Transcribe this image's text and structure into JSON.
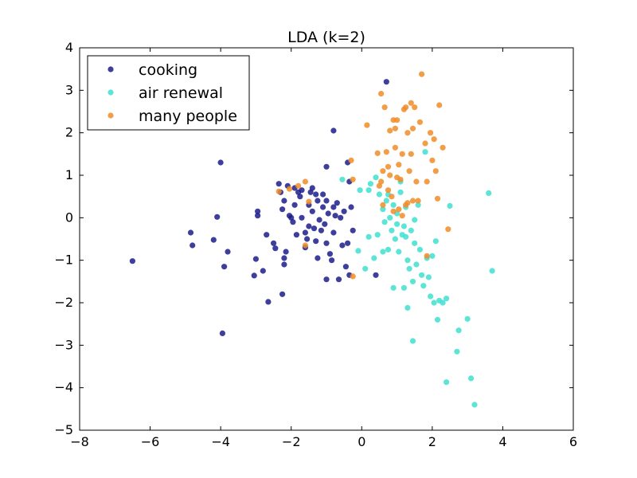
{
  "chart_data": {
    "type": "scatter",
    "title": "LDA (k=2)",
    "xlabel": "",
    "ylabel": "",
    "xlim": [
      -8,
      6
    ],
    "ylim": [
      -5,
      4
    ],
    "xticks": [
      -8,
      -6,
      -4,
      -2,
      0,
      2,
      4,
      6
    ],
    "yticks": [
      -5,
      -4,
      -3,
      -2,
      -1,
      0,
      1,
      2,
      3,
      4
    ],
    "xtick_labels": [
      "−8",
      "−6",
      "−4",
      "−2",
      "0",
      "2",
      "4",
      "6"
    ],
    "ytick_labels": [
      "−5",
      "−4",
      "−3",
      "−2",
      "−1",
      "0",
      "1",
      "2",
      "3",
      "4"
    ],
    "grid": false,
    "legend_position": "top-left",
    "series": [
      {
        "name": "cooking",
        "color": "#1c1c8c",
        "points": [
          [
            -6.5,
            -1.02
          ],
          [
            -4.85,
            -0.35
          ],
          [
            -4.8,
            -0.65
          ],
          [
            -4.2,
            -0.52
          ],
          [
            -4.1,
            0.02
          ],
          [
            -4.0,
            1.3
          ],
          [
            -3.9,
            -1.15
          ],
          [
            -3.8,
            -0.8
          ],
          [
            -3.95,
            -2.72
          ],
          [
            -3.05,
            -1.36
          ],
          [
            -3.0,
            -0.97
          ],
          [
            -2.95,
            0.15
          ],
          [
            -2.95,
            0.05
          ],
          [
            -2.8,
            -1.25
          ],
          [
            -2.7,
            -0.4
          ],
          [
            -2.65,
            -1.98
          ],
          [
            -2.5,
            -0.6
          ],
          [
            -2.45,
            -0.72
          ],
          [
            -2.35,
            0.8
          ],
          [
            -2.3,
            0.6
          ],
          [
            -2.25,
            0.2
          ],
          [
            -2.25,
            -1.8
          ],
          [
            -2.2,
            -0.95
          ],
          [
            -2.2,
            -1.1
          ],
          [
            -2.15,
            -0.8
          ],
          [
            -2.1,
            0.75
          ],
          [
            -2.05,
            0.05
          ],
          [
            -2.0,
            0.0
          ],
          [
            -1.95,
            -0.1
          ],
          [
            -1.9,
            0.3
          ],
          [
            -1.85,
            -0.4
          ],
          [
            -1.8,
            0.6
          ],
          [
            -1.75,
            0.5
          ],
          [
            -1.7,
            0.0
          ],
          [
            -1.6,
            -0.7
          ],
          [
            -1.55,
            -0.5
          ],
          [
            -1.5,
            0.3
          ],
          [
            -1.5,
            -0.2
          ],
          [
            -1.45,
            0.6
          ],
          [
            -1.4,
            0.15
          ],
          [
            -1.35,
            -0.25
          ],
          [
            -1.3,
            0.55
          ],
          [
            -1.3,
            -0.55
          ],
          [
            -1.25,
            0.4
          ],
          [
            -1.2,
            -0.05
          ],
          [
            -1.15,
            -0.3
          ],
          [
            -1.1,
            0.25
          ],
          [
            -1.05,
            -0.15
          ],
          [
            -1.0,
            0.4
          ],
          [
            -1.0,
            -1.45
          ],
          [
            -0.95,
            0.1
          ],
          [
            -0.9,
            -0.85
          ],
          [
            -0.85,
            -1.0
          ],
          [
            -0.8,
            0.25
          ],
          [
            -0.8,
            -0.35
          ],
          [
            -0.75,
            0.05
          ],
          [
            -0.7,
            0.35
          ],
          [
            -0.65,
            -1.45
          ],
          [
            -0.6,
            0.0
          ],
          [
            -0.55,
            -0.65
          ],
          [
            -0.5,
            0.15
          ],
          [
            -0.45,
            -1.15
          ],
          [
            -0.4,
            -0.6
          ],
          [
            -0.35,
            0.85
          ],
          [
            -0.3,
            0.25
          ],
          [
            -0.25,
            -0.3
          ],
          [
            -1.0,
            1.2
          ],
          [
            -0.8,
            2.05
          ],
          [
            -0.4,
            1.3
          ],
          [
            0.4,
            -1.35
          ],
          [
            0.7,
            3.2
          ],
          [
            -1.4,
            0.7
          ],
          [
            -1.1,
            0.55
          ],
          [
            -1.9,
            0.7
          ],
          [
            -2.2,
            0.4
          ],
          [
            -1.6,
            -0.35
          ],
          [
            -1.25,
            -0.95
          ],
          [
            -1.0,
            -0.6
          ],
          [
            -0.35,
            -1.35
          ],
          [
            -1.7,
            0.65
          ]
        ]
      },
      {
        "name": "air renewal",
        "color": "#40e0d0",
        "points": [
          [
            -0.55,
            0.9
          ],
          [
            -0.05,
            0.65
          ],
          [
            0.2,
            0.65
          ],
          [
            0.25,
            0.8
          ],
          [
            0.4,
            0.95
          ],
          [
            0.5,
            0.55
          ],
          [
            0.6,
            0.2
          ],
          [
            0.65,
            -0.1
          ],
          [
            0.7,
            0.4
          ],
          [
            0.75,
            0.55
          ],
          [
            0.8,
            0.0
          ],
          [
            0.85,
            -0.3
          ],
          [
            0.9,
            0.3
          ],
          [
            0.95,
            -0.5
          ],
          [
            1.0,
            0.1
          ],
          [
            1.05,
            -0.8
          ],
          [
            1.1,
            0.6
          ],
          [
            1.15,
            -0.4
          ],
          [
            1.2,
            -0.2
          ],
          [
            1.25,
            0.25
          ],
          [
            1.3,
            -1.0
          ],
          [
            1.35,
            -1.2
          ],
          [
            1.4,
            -0.3
          ],
          [
            1.45,
            -1.5
          ],
          [
            1.5,
            -0.6
          ],
          [
            1.55,
            -1.1
          ],
          [
            1.6,
            0.3
          ],
          [
            1.65,
            -0.75
          ],
          [
            1.7,
            -1.35
          ],
          [
            1.75,
            -1.6
          ],
          [
            1.8,
            1.55
          ],
          [
            1.85,
            -0.95
          ],
          [
            1.9,
            -1.4
          ],
          [
            1.95,
            -1.85
          ],
          [
            2.0,
            -0.9
          ],
          [
            2.05,
            -2.0
          ],
          [
            2.1,
            -0.55
          ],
          [
            2.15,
            -2.4
          ],
          [
            2.2,
            -1.95
          ],
          [
            2.3,
            -2.0
          ],
          [
            2.4,
            -1.9
          ],
          [
            2.4,
            -3.87
          ],
          [
            2.5,
            0.28
          ],
          [
            2.7,
            -3.15
          ],
          [
            2.75,
            -2.65
          ],
          [
            3.0,
            -2.38
          ],
          [
            3.1,
            -3.78
          ],
          [
            3.2,
            -4.4
          ],
          [
            3.6,
            0.58
          ],
          [
            3.7,
            -1.25
          ],
          [
            1.45,
            -2.9
          ],
          [
            1.3,
            -2.12
          ],
          [
            1.2,
            -1.65
          ],
          [
            0.9,
            -1.65
          ],
          [
            0.6,
            -0.8
          ],
          [
            0.35,
            -0.95
          ],
          [
            0.1,
            -1.2
          ],
          [
            -0.1,
            -0.78
          ],
          [
            0.2,
            -0.45
          ],
          [
            0.45,
            -0.4
          ],
          [
            0.75,
            -0.75
          ],
          [
            1.0,
            -0.15
          ],
          [
            1.1,
            0.85
          ],
          [
            1.25,
            -0.45
          ],
          [
            1.5,
            -0.05
          ]
        ]
      },
      {
        "name": "many people",
        "color": "#f08c28",
        "points": [
          [
            -2.35,
            0.62
          ],
          [
            -2.05,
            0.68
          ],
          [
            -1.8,
            0.75
          ],
          [
            -1.6,
            0.85
          ],
          [
            -1.5,
            0.38
          ],
          [
            -1.6,
            -0.65
          ],
          [
            -0.3,
            1.35
          ],
          [
            -0.25,
            0.9
          ],
          [
            -0.25,
            -1.38
          ],
          [
            0.15,
            2.18
          ],
          [
            0.45,
            1.52
          ],
          [
            0.5,
            0.75
          ],
          [
            0.55,
            2.92
          ],
          [
            0.6,
            1.1
          ],
          [
            0.65,
            2.6
          ],
          [
            0.7,
            1.55
          ],
          [
            0.75,
            1.2
          ],
          [
            0.8,
            2.05
          ],
          [
            0.85,
            0.5
          ],
          [
            0.9,
            2.3
          ],
          [
            0.95,
            1.65
          ],
          [
            1.0,
            2.3
          ],
          [
            1.05,
            0.2
          ],
          [
            1.1,
            0.9
          ],
          [
            1.15,
            1.5
          ],
          [
            1.2,
            2.55
          ],
          [
            1.25,
            0.3
          ],
          [
            1.3,
            2.0
          ],
          [
            1.35,
            1.1
          ],
          [
            1.4,
            2.7
          ],
          [
            1.45,
            2.1
          ],
          [
            1.5,
            2.6
          ],
          [
            1.55,
            0.85
          ],
          [
            1.6,
            0.4
          ],
          [
            1.65,
            2.25
          ],
          [
            1.7,
            3.38
          ],
          [
            1.8,
            1.75
          ],
          [
            1.85,
            0.85
          ],
          [
            1.95,
            2.0
          ],
          [
            2.0,
            1.35
          ],
          [
            2.05,
            1.85
          ],
          [
            2.1,
            1.1
          ],
          [
            2.15,
            0.45
          ],
          [
            2.2,
            2.65
          ],
          [
            2.3,
            1.65
          ],
          [
            2.45,
            -0.27
          ],
          [
            0.9,
            0.15
          ],
          [
            1.0,
            0.95
          ],
          [
            1.3,
            0.35
          ],
          [
            1.45,
            0.4
          ],
          [
            0.6,
            0.3
          ],
          [
            0.75,
            0.65
          ],
          [
            1.15,
            0.05
          ],
          [
            1.85,
            -0.9
          ],
          [
            0.8,
            1.0
          ],
          [
            1.4,
            1.5
          ],
          [
            0.55,
            0.85
          ],
          [
            1.05,
            1.25
          ],
          [
            1.25,
            2.6
          ],
          [
            0.95,
            2.1
          ]
        ]
      }
    ]
  }
}
